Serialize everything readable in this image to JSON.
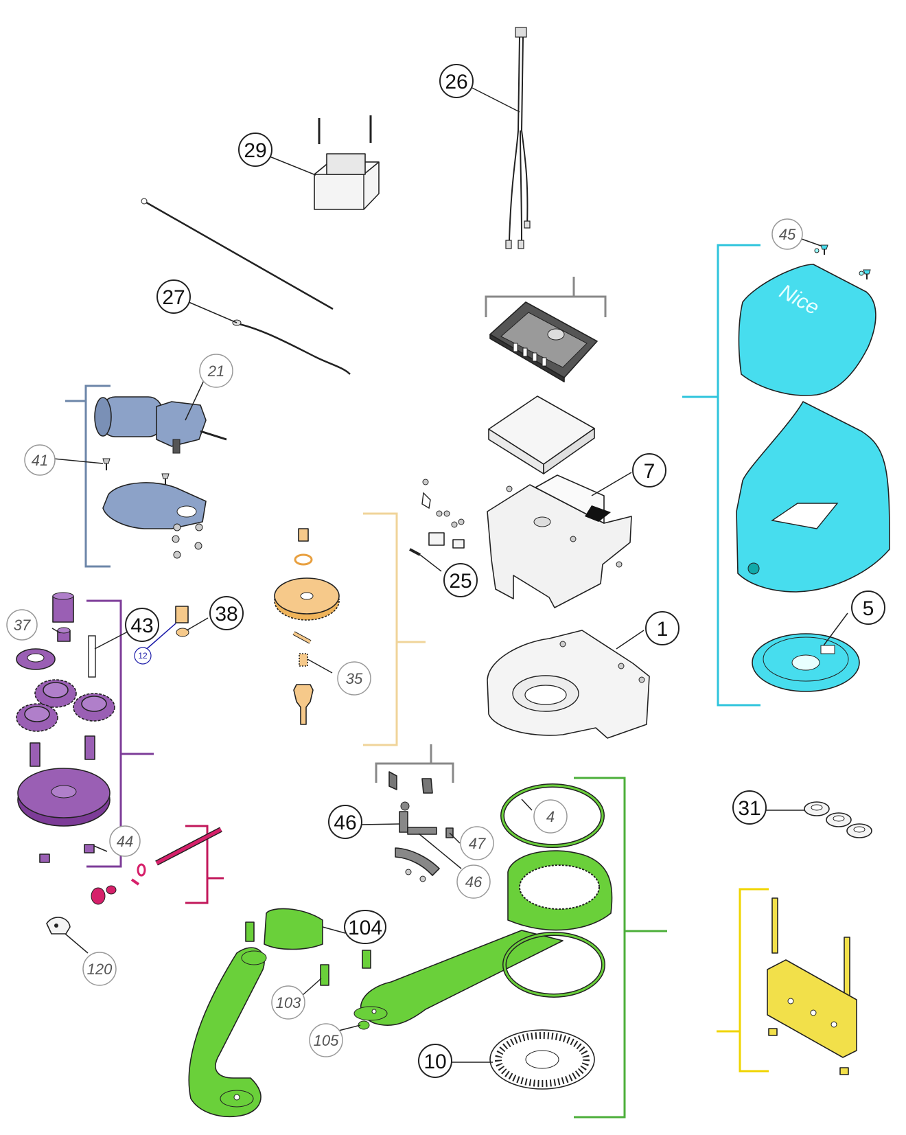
{
  "colors": {
    "cover": "#47ddee",
    "arm": "#6ad03a",
    "motor": "#8ca2c8",
    "gears": "#9a5fb4",
    "brass": "#f6c98a",
    "bracket": "#f2e04a",
    "lever": "#d6206a",
    "grey": "#8e8e8e"
  },
  "brand": {
    "logo_text": "Nice"
  },
  "callouts": [
    {
      "id": "c26",
      "label": "26",
      "style": "bold"
    },
    {
      "id": "c29",
      "label": "29",
      "style": "bold"
    },
    {
      "id": "c27",
      "label": "27",
      "style": "bold"
    },
    {
      "id": "c21",
      "label": "21",
      "style": "italic"
    },
    {
      "id": "c41",
      "label": "41",
      "style": "italic"
    },
    {
      "id": "c45",
      "label": "45",
      "style": "italic"
    },
    {
      "id": "c7",
      "label": "7",
      "style": "bold"
    },
    {
      "id": "c25",
      "label": "25",
      "style": "bold"
    },
    {
      "id": "c1",
      "label": "1",
      "style": "bold"
    },
    {
      "id": "c5",
      "label": "5",
      "style": "bold"
    },
    {
      "id": "c37",
      "label": "37",
      "style": "italic"
    },
    {
      "id": "c43",
      "label": "43",
      "style": "bold"
    },
    {
      "id": "c38",
      "label": "38",
      "style": "bold"
    },
    {
      "id": "c12",
      "label": "12",
      "style": "small"
    },
    {
      "id": "c35",
      "label": "35",
      "style": "italic"
    },
    {
      "id": "c44",
      "label": "44",
      "style": "italic"
    },
    {
      "id": "c46a",
      "label": "46",
      "style": "bold"
    },
    {
      "id": "c47",
      "label": "47",
      "style": "italic"
    },
    {
      "id": "c46b",
      "label": "46",
      "style": "italic"
    },
    {
      "id": "c4",
      "label": "4",
      "style": "italic"
    },
    {
      "id": "c31",
      "label": "31",
      "style": "bold"
    },
    {
      "id": "c104",
      "label": "104",
      "style": "bold"
    },
    {
      "id": "c103",
      "label": "103",
      "style": "italic"
    },
    {
      "id": "c105",
      "label": "105",
      "style": "italic"
    },
    {
      "id": "c120",
      "label": "120",
      "style": "italic"
    },
    {
      "id": "c10",
      "label": "10",
      "style": "bold"
    }
  ]
}
